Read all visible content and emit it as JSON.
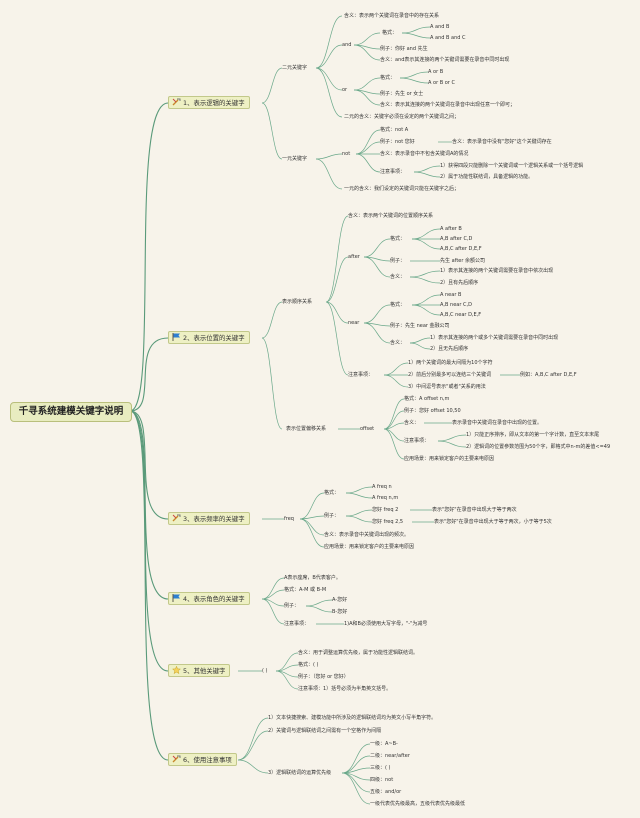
{
  "root": "千寻系统建模关键字说明",
  "branches": [
    {
      "label": "1、表示逻辑的关键字",
      "icon": "tools-icon"
    },
    {
      "label": "2、表示位置的关键字",
      "icon": "flag-icon"
    },
    {
      "label": "3、表示频率的关键字",
      "icon": "tools-icon"
    },
    {
      "label": "4、表示角色的关键字",
      "icon": "flag-icon"
    },
    {
      "label": "5、其他关键字",
      "icon": "star-icon"
    },
    {
      "label": "6、使用注意事项",
      "icon": "tools-icon"
    }
  ],
  "b1": {
    "binary": "二元关键字",
    "binary_def": "含义：表示两个关键词在录音中的存在关系",
    "and": "and",
    "and_format": "格式：",
    "and_f1": "A and B",
    "and_f2": "A and B and C",
    "and_example": "例子：你好 and 先生",
    "and_meaning": "含义：and表示其连接的两个关键词需要在录音中同时出现",
    "or": "or",
    "or_format": "格式：",
    "or_f1": "A or B",
    "or_f2": "A or B or C",
    "or_example": "例子：先生 or 女士",
    "or_meaning": "含义：表示其连接的两个关键词在录音中出现任意一个即可；",
    "binary_note": "二元的含义：关键字必须在设定的两个关键词之间；",
    "unary": "一元关键字",
    "not": "not",
    "not_format": "格式：not A",
    "not_example": "例子：not 您好",
    "not_example_meaning": "含义：表示录音中没有\"您好\"这个关键词存在",
    "not_meaning": "含义：表示录音中不包含关键词A的情况",
    "not_note_label": "注意事项：",
    "not_note1": "1）获得四段只能删除一个关键词或一个逻辑关系或一个括号逻辑",
    "not_note2": "2）属于功能性联结词，具备逻辑的功能。",
    "unary_note": "一元的含义：我们设定的关键词只能在关键字之后；"
  },
  "b2": {
    "order": "表示顺序关系",
    "order_def": "含义：表示两个关键词的位置顺序关系",
    "after": "after",
    "after_format": "格式：",
    "after_f1": "A after B",
    "after_f2": "A,B after C,D",
    "after_f3": "A,B,C after D,E,F",
    "after_example": "例子：",
    "after_example_val": "先生 after 余额公司",
    "after_meaning": "含义：",
    "after_m1": "1）表示其连接的两个关键词需要在录音中依次出现",
    "after_m2": "2）且有先后顺序",
    "near": "near",
    "near_format": "格式：",
    "near_f1": "A near B",
    "near_f2": "A,B near C,D",
    "near_f3": "A,B,C near D,E,F",
    "near_example": "例子：先生 near 金融公司",
    "near_meaning": "含义：",
    "near_m1": "1）表示其连接的两个或多个关键词需要在录音中同时出现",
    "near_m2": "2）且无先后顺序",
    "note_label": "注意事项：",
    "note1": "1）两个关键词的最大间隔为10个字符",
    "note2": "2）前后分别最多可以连结三个关键词",
    "note2_example": "例如：A,B,C after D,E,F",
    "note3": "3）中间逗号表示\"或者\"关系的用法",
    "offset_rel": "表示位置偏移关系",
    "offset": "offset",
    "offset_format": "格式：A  offset  n,m",
    "offset_example": "例子：您好 offset 10,50",
    "offset_meaning": "含义：",
    "offset_meaning_val": "表示录音中关键词在录音中出现的位置。",
    "offset_note_label": "注意事项：",
    "offset_n1": "1）只能正序排序，即从文本的第一个字计数，直至文本末尾",
    "offset_n2": "2）逻辑词的位置参数范围为50个字，即格式中n-m的差值<=49",
    "offset_scene": "应用场景：用来锁定客户的主要来电原因"
  },
  "b3": {
    "freq": "freq",
    "format": "格式：",
    "f1": "A freq n",
    "f2": "A freq n,m",
    "example": "例子：",
    "ex1": "您好 freq 2",
    "ex1_meaning": "表示\"您好\"在录音中出现大于等于两次",
    "ex2": "您好 freq 2,5",
    "ex2_meaning": "表示\"您好\"在录音中出现大于等于两次，小于等于5次",
    "meaning": "含义：表示录音中关键词出现的频次。",
    "scene": "应用场景：用来锁定客户的主要来电原因"
  },
  "b4": {
    "def": "A表示座席，B代表客户。",
    "format": "格式：A-M  或  B-M",
    "example": "例子：",
    "ex1": "A-您好",
    "ex2": "B-您好",
    "note_label": "注意事项：",
    "note": "1)A和B必须使用大写字母，\"-\"为减号"
  },
  "b5": {
    "paren": "( )",
    "meaning": "含义：用于调整运算优先级，属于功能性逻辑联结词。",
    "format": "格式：( )",
    "example": "例子：（您好  or  您好）",
    "note": "注意事项：1）括号必须为半角英文括号。"
  },
  "b6": {
    "n1": "1）文本快捷搜索、建模功能中所涉及的逻辑联结词均为英文小写半角字符。",
    "n2": "2）关键词与逻辑联结词之间需有一个空格作为间隔",
    "n3": "3）逻辑联结词的运算优先级",
    "p1": "一级：A~B-",
    "p2": "二级：near/after",
    "p3": "三级：( )",
    "p4": "四级：not",
    "p5": "五级：and/or",
    "p6": "一级代表优先级最高，五级代表优先级最低"
  }
}
